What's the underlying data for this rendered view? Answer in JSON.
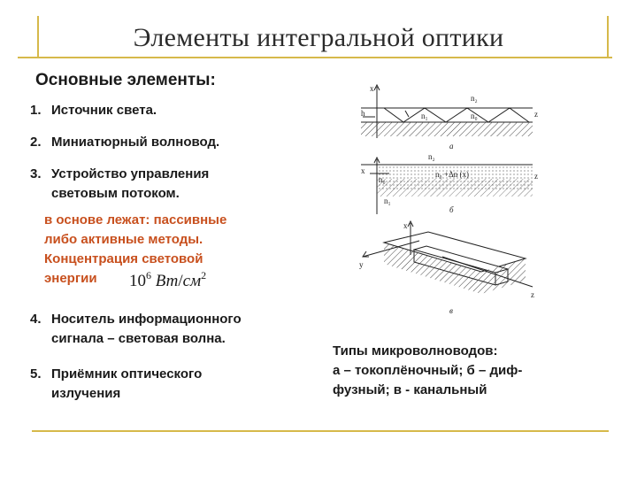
{
  "title": "Элементы интегральной оптики",
  "subtitle": "Основные элементы:",
  "items": [
    {
      "num": "1.",
      "lines": [
        "Источник света."
      ]
    },
    {
      "num": "2.",
      "lines": [
        "Миниатюрный волновод."
      ]
    },
    {
      "num": "3.",
      "lines": [
        "Устройство управления",
        "световым потоком."
      ]
    },
    {
      "num": "4.",
      "lines": [
        "Носитель информационного",
        "сигнала – световая волна."
      ]
    },
    {
      "num": "5.",
      "lines": [
        "Приёмник оптического",
        "излучения"
      ]
    }
  ],
  "note": {
    "lines": [
      "в основе лежат: пассивные",
      "либо активные методы.",
      "Концентрация световой",
      "энергии"
    ],
    "color": "#c8501e"
  },
  "formula": {
    "base": "10",
    "exp": "6",
    "unit1": "Вт",
    "slash": "/",
    "unit2": "см",
    "exp2": "2"
  },
  "diagram": {
    "labels": {
      "x_a": "x",
      "h": "h",
      "n2_a": "n₂",
      "n1_a": "n₁",
      "n0_a": "n₀",
      "z_a": "z",
      "a": "a",
      "x_b": "x",
      "n2_b": "n₂",
      "n0_b": "n₀",
      "delta": "n₀ +Δn (x)",
      "n1_b": "n₁",
      "z_b": "z",
      "b": "б",
      "x_c": "x",
      "y_c": "y",
      "z_c": "z",
      "v": "в"
    }
  },
  "caption": {
    "lines": [
      "Типы микроволноводов:",
      "а – токоплёночный; б – диф-",
      "фузный; в - канальный"
    ]
  }
}
